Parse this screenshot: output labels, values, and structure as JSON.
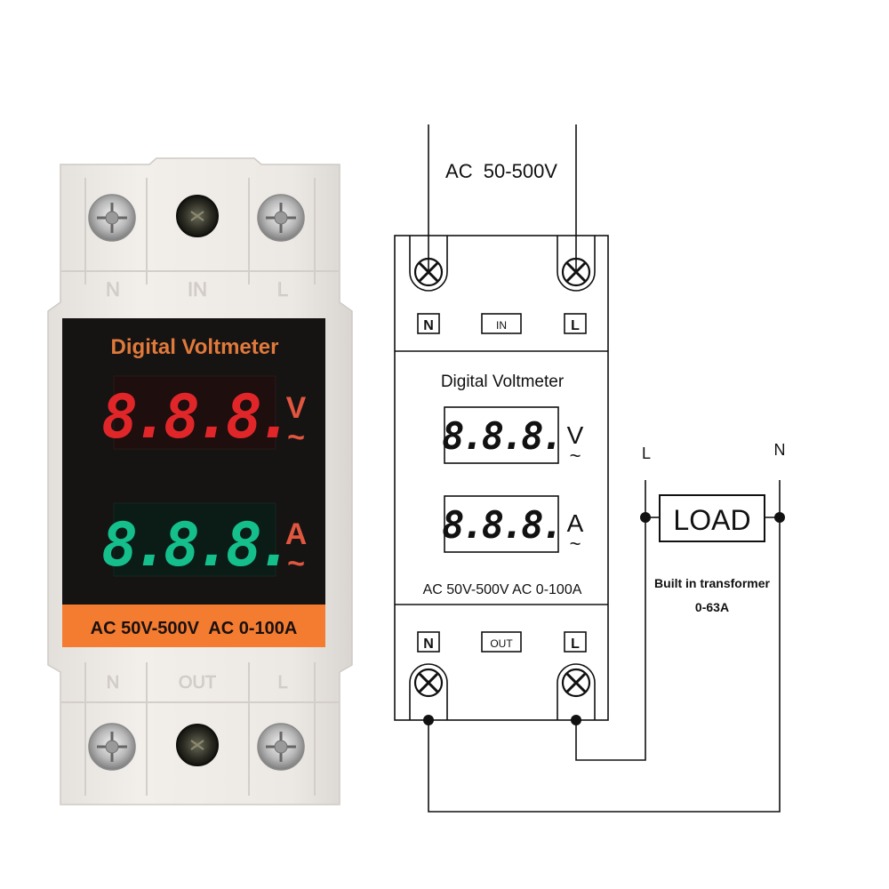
{
  "device": {
    "title": "Digital Voltmeter",
    "terminals_top": [
      "N",
      "IN",
      "L"
    ],
    "terminals_bottom": [
      "N",
      "OUT",
      "L"
    ],
    "display_volt": "8.8.8.",
    "display_amp": "8.8.8.",
    "unit_volt": "V",
    "unit_amp": "A",
    "unit_ac_symbol": "~",
    "spec_label": "AC 50V-500V  AC 0-100A",
    "colors": {
      "housing": "#eeeae6",
      "face": "#161313",
      "volt_display": "#e1262a",
      "amp_display": "#15bf8c",
      "title_text": "#e07a3b",
      "unit_text": "#e0563f",
      "spec_band": "#f47c30"
    }
  },
  "diagram": {
    "supply_label": "AC  50-500V",
    "terminals_top": [
      "N",
      "IN",
      "L"
    ],
    "terminals_bottom": [
      "N",
      "OUT",
      "L"
    ],
    "title": "Digital Voltmeter",
    "display_volt": "8.8.8.",
    "display_amp": "8.8.8.",
    "unit_volt": "V",
    "unit_amp": "A",
    "unit_ac_symbol": "~",
    "spec_label": "AC 50V-500V AC 0-100A",
    "line_label_l": "L",
    "line_label_n": "N",
    "load_label": "LOAD",
    "note_line1": "Built in transformer",
    "note_line2": "0-63A"
  }
}
